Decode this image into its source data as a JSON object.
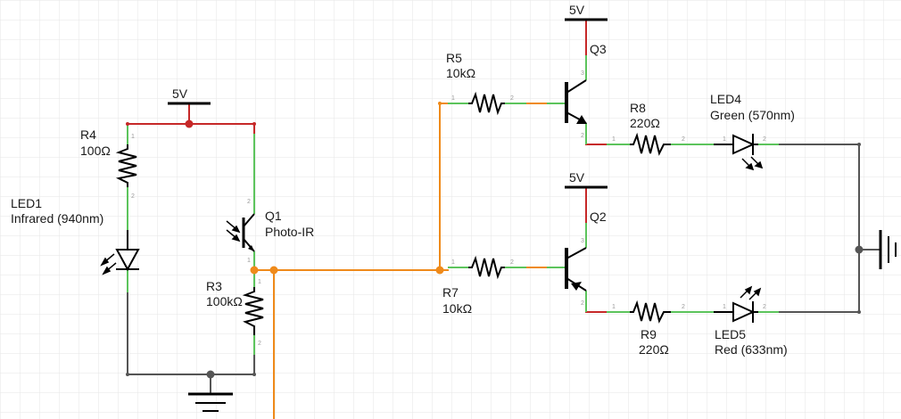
{
  "colors": {
    "power_wire": "#c62828",
    "signal_wire": "#ef8a1a",
    "ground_wire": "#555555",
    "lead": "#5cc45c",
    "grid": "#e6e6e6"
  },
  "power_labels": {
    "top_left": "5V",
    "q3": "5V",
    "q2": "5V"
  },
  "components": {
    "r4": {
      "ref": "R4",
      "value": "100Ω"
    },
    "led1": {
      "ref": "LED1",
      "value": "Infrared (940nm)"
    },
    "q1": {
      "ref": "Q1",
      "value": "Photo-IR"
    },
    "r3": {
      "ref": "R3",
      "value": "100kΩ"
    },
    "r5": {
      "ref": "R5",
      "value": "10kΩ"
    },
    "r7": {
      "ref": "R7",
      "value": "10kΩ"
    },
    "q3": {
      "ref": "Q3"
    },
    "q2": {
      "ref": "Q2"
    },
    "r8": {
      "ref": "R8",
      "value": "220Ω"
    },
    "r9": {
      "ref": "R9",
      "value": "220Ω"
    },
    "led4": {
      "ref": "LED4",
      "value": "Green (570nm)"
    },
    "led5": {
      "ref": "LED5",
      "value": "Red (633nm)"
    }
  },
  "pin_numbers": {
    "one": "1",
    "two": "2",
    "three": "3"
  }
}
